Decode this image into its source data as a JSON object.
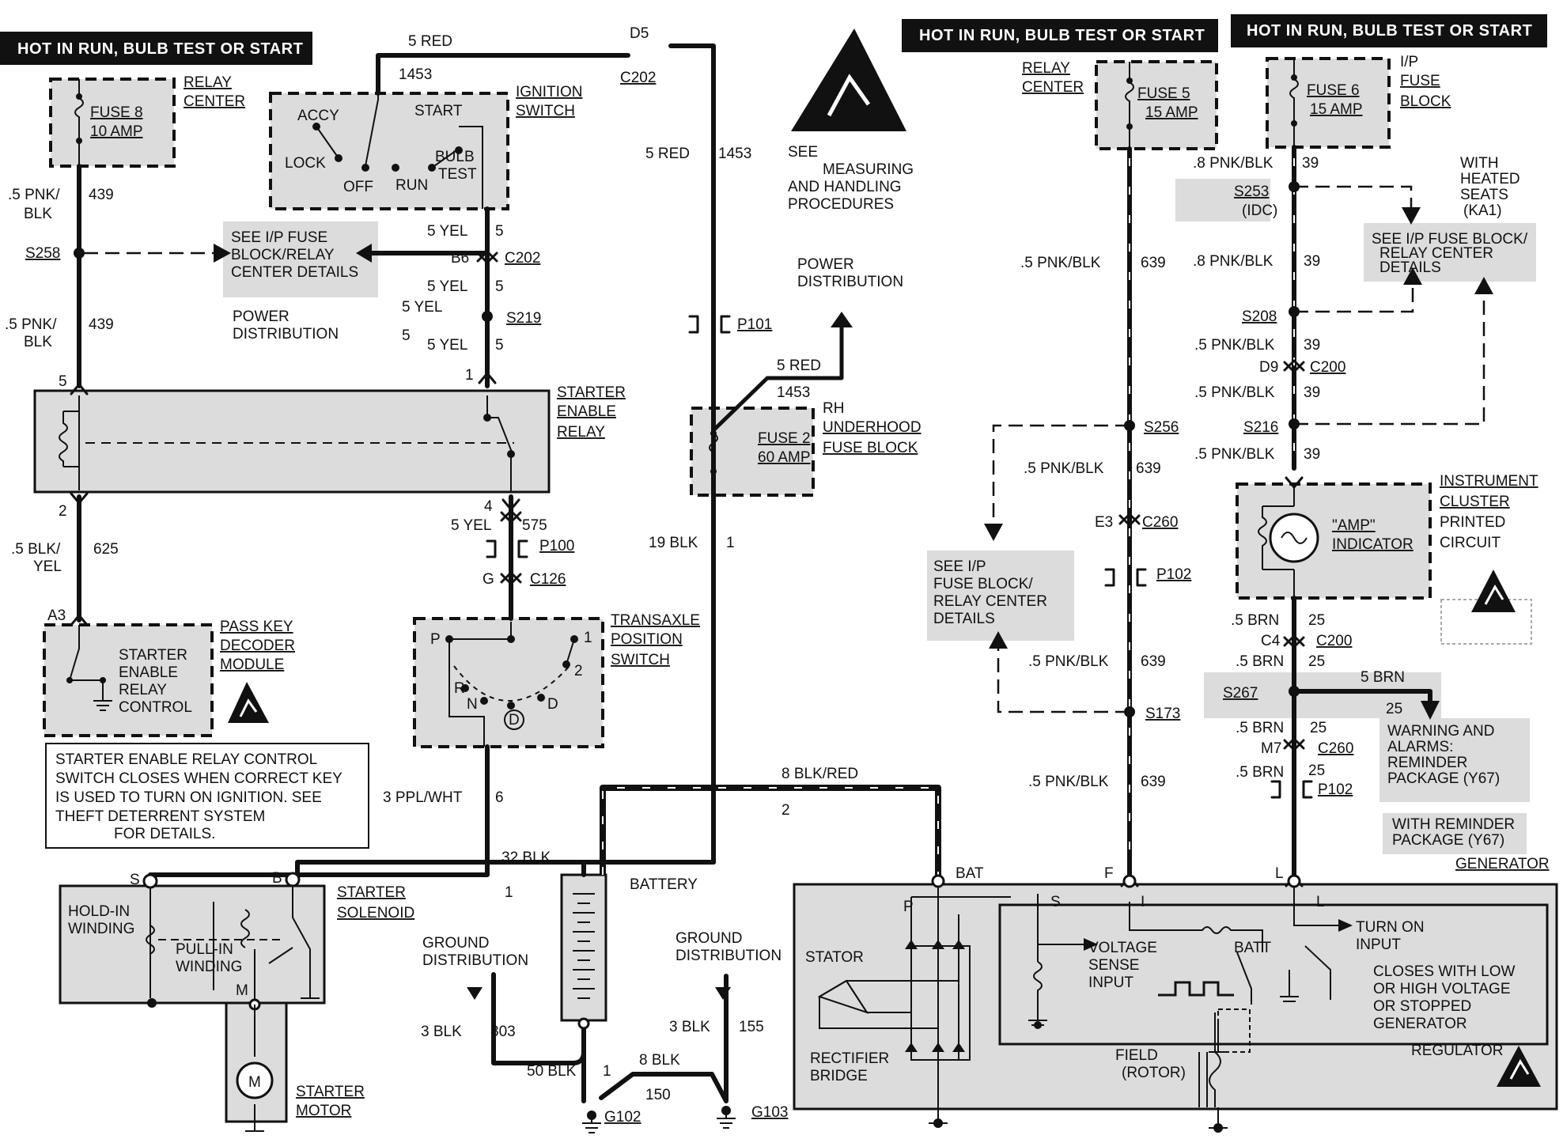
{
  "headers": [
    "HOT IN RUN, BULB TEST OR START",
    "HOT IN RUN, BULB TEST OR START",
    "HOT IN RUN, BULB TEST OR START"
  ],
  "components": {
    "relay_center_left": [
      "RELAY",
      "CENTER"
    ],
    "fuse8": [
      "FUSE 8",
      "10 AMP"
    ],
    "ignition_switch": [
      "IGNITION",
      "SWITCH"
    ],
    "ign_positions": [
      "ACCY",
      "START",
      "LOCK",
      "OFF",
      "RUN",
      "BULB",
      "TEST"
    ],
    "starter_enable_relay": [
      "STARTER",
      "ENABLE",
      "RELAY"
    ],
    "pass_key": [
      "PASS KEY",
      "DECODER",
      "MODULE"
    ],
    "pass_key_inner": [
      "STARTER",
      "ENABLE",
      "RELAY",
      "CONTROL"
    ],
    "note": [
      "STARTER ENABLE RELAY CONTROL",
      "SWITCH CLOSES WHEN CORRECT KEY",
      "IS USED TO TURN ON IGNITION.  SEE",
      "THEFT DETERRENT SYSTEM",
      "FOR DETAILS."
    ],
    "transaxle": [
      "TRANSAXLE",
      "POSITION",
      "SWITCH"
    ],
    "trans_positions": [
      "P",
      "1",
      "R",
      "N",
      "D",
      "2",
      "D"
    ],
    "starter_solenoid": [
      "STARTER",
      "SOLENOID"
    ],
    "hold_in": [
      "HOLD-IN",
      "WINDING"
    ],
    "pull_in": [
      "PULL-IN",
      "WINDING"
    ],
    "starter_motor": [
      "STARTER",
      "MOTOR"
    ],
    "battery": "BATTERY",
    "rh_fuse_block": [
      "RH",
      "UNDERHOOD",
      "FUSE BLOCK"
    ],
    "fuse2": [
      "FUSE 2",
      "60 AMP"
    ],
    "measuring": [
      "SEE",
      "MEASURING",
      "AND HANDLING",
      "PROCEDURES"
    ],
    "power_dist": [
      "POWER",
      "DISTRIBUTION"
    ],
    "ground_dist": [
      "GROUND",
      "DISTRIBUTION"
    ],
    "relay_center_right": [
      "RELAY",
      "CENTER"
    ],
    "fuse5": [
      "FUSE 5",
      "15 AMP"
    ],
    "ip_fuse_block": [
      "I/P",
      "FUSE",
      "BLOCK"
    ],
    "fuse6": [
      "FUSE 6",
      "15 AMP"
    ],
    "see_ip_left": [
      "SEE I/P FUSE",
      "BLOCK/RELAY",
      "CENTER DETAILS"
    ],
    "see_ip_mid": [
      "SEE I/P",
      "FUSE BLOCK/",
      "RELAY CENTER",
      "DETAILS"
    ],
    "see_ip_right": [
      "SEE I/P FUSE BLOCK/",
      "RELAY CENTER",
      "DETAILS"
    ],
    "heated_seats": [
      "WITH",
      "HEATED",
      "SEATS",
      "(KA1)"
    ],
    "instrument_cluster": [
      "INSTRUMENT",
      "CLUSTER",
      "PRINTED",
      "CIRCUIT"
    ],
    "amp_indicator": [
      "\"AMP\"",
      "INDICATOR"
    ],
    "warning": [
      "WARNING AND",
      "ALARMS:",
      "REMINDER",
      "PACKAGE (Y67)"
    ],
    "with_reminder": [
      "WITH REMINDER",
      "PACKAGE (Y67)"
    ],
    "generator": "GENERATOR",
    "gen_terms": [
      "BAT",
      "F",
      "L",
      "P",
      "S",
      "I",
      "L"
    ],
    "stator": "STATOR",
    "rectifier": [
      "RECTIFIER",
      "BRIDGE"
    ],
    "voltage_sense": [
      "VOLTAGE",
      "SENSE",
      "INPUT"
    ],
    "batt": "BATT",
    "turn_on": [
      "TURN ON",
      "INPUT"
    ],
    "closes": [
      "CLOSES WITH LOW",
      "OR HIGH VOLTAGE",
      "OR STOPPED",
      "GENERATOR"
    ],
    "field": [
      "FIELD",
      "(ROTOR)"
    ],
    "regulator": "REGULATOR",
    "pins": [
      "5",
      "1",
      "2",
      "4",
      "A3",
      "S",
      "B",
      "M"
    ]
  },
  "wires": [
    ".5 PNK/",
    "BLK",
    "439",
    ".5 PNK/",
    "BLK",
    "439",
    "5 RED",
    "1453",
    "5 RED",
    "1453",
    "5 RED",
    "1453",
    "5 YEL",
    "5",
    "5 YEL",
    "5",
    "5 YEL",
    "5",
    "5 YEL",
    "5",
    ".5 BLK/",
    "YEL",
    "625",
    "5 YEL",
    "575",
    "19 BLK",
    "1",
    "3 PPL/WHT",
    "6",
    "32 BLK",
    "1",
    "8 BLK/RED",
    "2",
    "3 BLK",
    "803",
    "50 BLK",
    "1",
    "8 BLK",
    "150",
    "3 BLK",
    "155",
    ".5 PNK/BLK",
    "639",
    ".5 PNK/BLK",
    "639",
    ".5 PNK/BLK",
    "639",
    ".5 PNK/BLK",
    "639",
    ".8 PNK/BLK",
    "39",
    ".8 PNK/BLK",
    "39",
    ".5 PNK/BLK",
    "39",
    ".5 PNK/BLK",
    "39",
    ".5 PNK/BLK",
    "39",
    ".5 BRN",
    "25",
    ".5 BRN",
    "25",
    ".5 BRN",
    "25",
    ".5 BRN",
    "25",
    "5 BRN",
    "25"
  ],
  "connectors": [
    "S258",
    "S219",
    "B6",
    "C202",
    "D5",
    "C202",
    "P101",
    "P100",
    "G",
    "C126",
    "E3",
    "C260",
    "P102",
    "S256",
    "S173",
    "S253",
    "(IDC)",
    "S208",
    "D9",
    "C200",
    "S216",
    "C4",
    "C200",
    "S267",
    "M7",
    "C260",
    "P102",
    "G102",
    "G103"
  ]
}
